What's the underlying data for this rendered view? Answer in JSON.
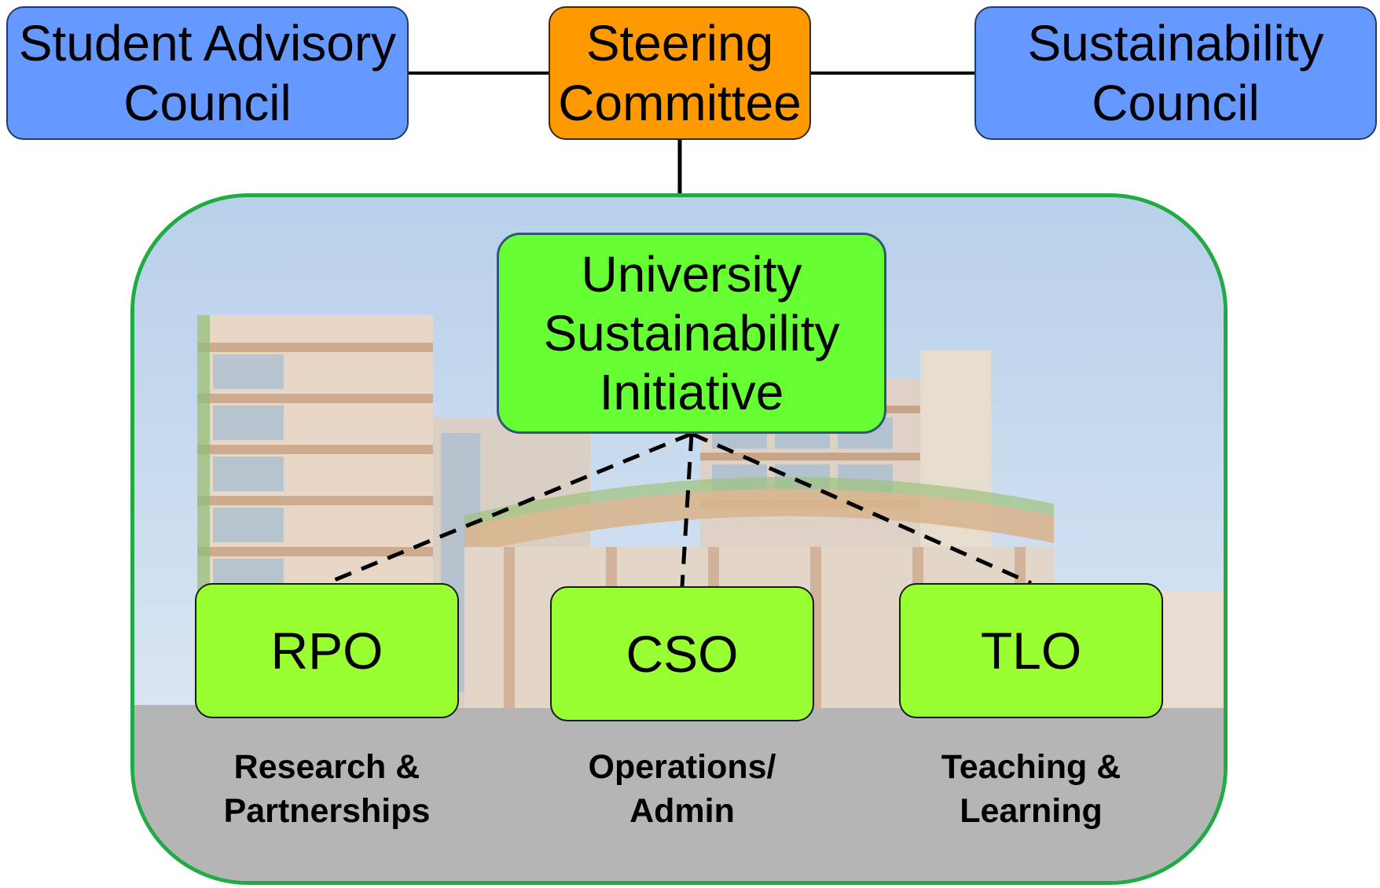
{
  "top_row": {
    "student_advisory": "Student Advisory\nCouncil",
    "steering": "Steering\nCommittee",
    "sustainability_council": "Sustainability\nCouncil"
  },
  "initiative": "University\nSustainability\nInitiative",
  "units": [
    {
      "abbr": "RPO",
      "caption": "Research &\nPartnerships"
    },
    {
      "abbr": "CSO",
      "caption": "Operations/\nAdmin"
    },
    {
      "abbr": "TLO",
      "caption": "Teaching &\nLearning"
    }
  ],
  "colors": {
    "council_fill": "#6699ff",
    "steering_fill": "#ff9900",
    "initiative_fill": "#66ff33",
    "unit_fill": "#99ff33",
    "panel_border": "#22aa44"
  }
}
